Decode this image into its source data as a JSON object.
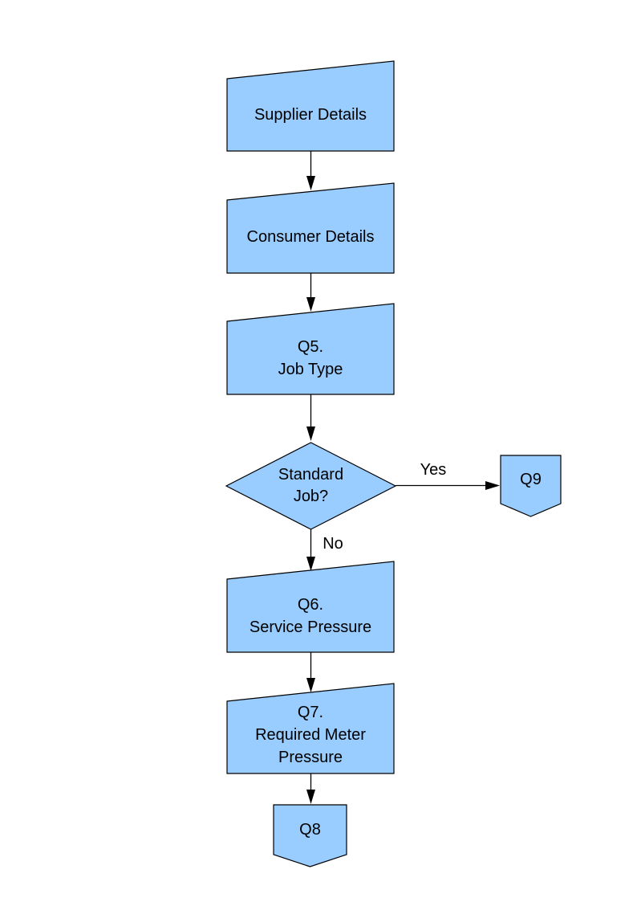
{
  "diagram": {
    "colors": {
      "shape_fill": "#99ccff",
      "shape_stroke": "#000000",
      "connector": "#000000",
      "text": "#000000",
      "background": "#ffffff"
    },
    "nodes": [
      {
        "id": "supplier-details",
        "type": "manual-input",
        "lines": [
          "Supplier Details"
        ]
      },
      {
        "id": "consumer-details",
        "type": "manual-input",
        "lines": [
          "Consumer Details"
        ]
      },
      {
        "id": "q5-job-type",
        "type": "manual-input",
        "lines": [
          "Q5.",
          "Job Type"
        ]
      },
      {
        "id": "standard-job-decision",
        "type": "decision",
        "lines": [
          "Standard",
          "Job?"
        ]
      },
      {
        "id": "q9-offpage-connector",
        "type": "off-page-connector",
        "lines": [
          "Q9"
        ]
      },
      {
        "id": "q6-service-pressure",
        "type": "manual-input",
        "lines": [
          "Q6.",
          "Service Pressure"
        ]
      },
      {
        "id": "q7-required-meter-pressure",
        "type": "manual-input",
        "lines": [
          "Q7.",
          "Required Meter",
          "Pressure"
        ]
      },
      {
        "id": "q8-offpage-connector",
        "type": "off-page-connector",
        "lines": [
          "Q8"
        ]
      }
    ],
    "edges": [
      {
        "from": "supplier-details",
        "to": "consumer-details"
      },
      {
        "from": "consumer-details",
        "to": "q5-job-type"
      },
      {
        "from": "q5-job-type",
        "to": "standard-job-decision"
      },
      {
        "from": "standard-job-decision",
        "to": "q9-offpage-connector",
        "label": "Yes"
      },
      {
        "from": "standard-job-decision",
        "to": "q6-service-pressure",
        "label": "No"
      },
      {
        "from": "q6-service-pressure",
        "to": "q7-required-meter-pressure"
      },
      {
        "from": "q7-required-meter-pressure",
        "to": "q8-offpage-connector"
      }
    ]
  }
}
